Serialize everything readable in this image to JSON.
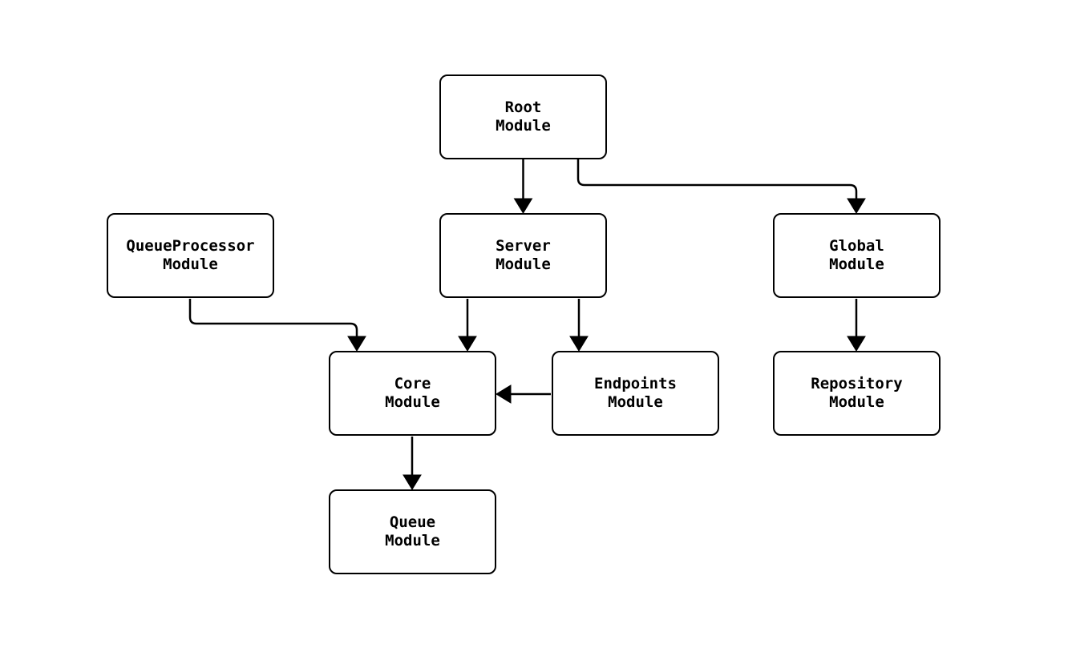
{
  "diagram": {
    "type": "flowchart",
    "colors": {
      "background": "#ffffff",
      "node_fill": "#ffffff",
      "node_border": "#000000",
      "edge_stroke": "#000000",
      "text": "#000000"
    },
    "nodes": [
      {
        "id": "root",
        "label": "Root\nModule"
      },
      {
        "id": "server",
        "label": "Server\nModule"
      },
      {
        "id": "queueprocessor",
        "label": "QueueProcessor\nModule"
      },
      {
        "id": "global",
        "label": "Global\nModule"
      },
      {
        "id": "core",
        "label": "Core\nModule"
      },
      {
        "id": "endpoints",
        "label": "Endpoints\nModule"
      },
      {
        "id": "repository",
        "label": "Repository\nModule"
      },
      {
        "id": "queue",
        "label": "Queue\nModule"
      }
    ],
    "edges": [
      {
        "source": "root",
        "target": "server"
      },
      {
        "source": "root",
        "target": "global"
      },
      {
        "source": "queueprocessor",
        "target": "core"
      },
      {
        "source": "server",
        "target": "core"
      },
      {
        "source": "server",
        "target": "endpoints"
      },
      {
        "source": "endpoints",
        "target": "core"
      },
      {
        "source": "core",
        "target": "queue"
      },
      {
        "source": "global",
        "target": "repository"
      }
    ]
  }
}
